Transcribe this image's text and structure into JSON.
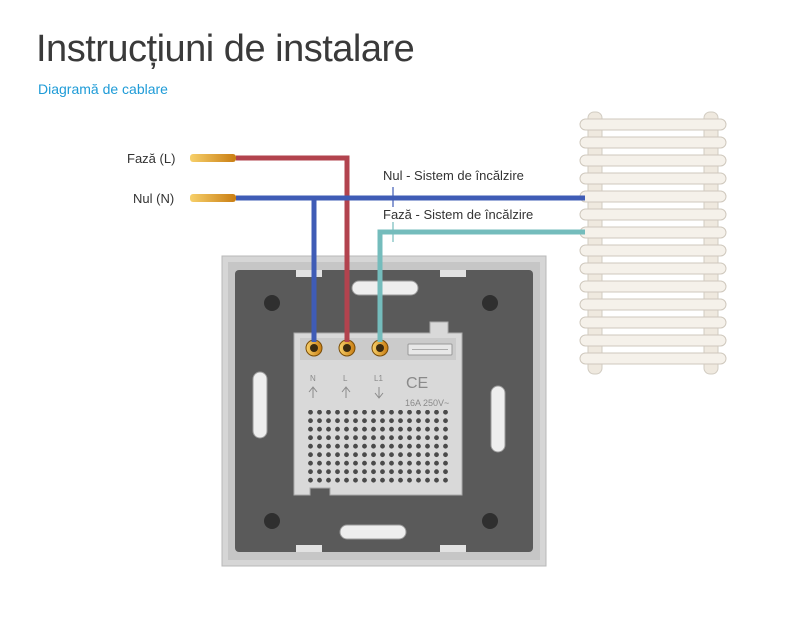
{
  "header": {
    "title": "Instrucțiuni de instalare",
    "subtitle": "Diagramă de cablare"
  },
  "wires": {
    "phase_label": "Fază (L)",
    "neutral_label": "Nul (N)",
    "heater_neutral_label": "Nul - Sistem de încălzire",
    "heater_phase_label": "Fază - Sistem de încălzire"
  },
  "module": {
    "terminal_n": "N",
    "terminal_l": "L",
    "terminal_l1": "L1",
    "ce_mark": "CE",
    "rating": "16A 250V~"
  },
  "colors": {
    "phase_wire": "#b2434e",
    "neutral_wire": "#3f5cb6",
    "heater_phase_wire": "#74bcbc",
    "plate": "#5a5a5a",
    "plate_frame": "#d6d6d6",
    "module": "#d8d8d8",
    "copper": "#e8a020",
    "radiator": "#f3efe7"
  }
}
